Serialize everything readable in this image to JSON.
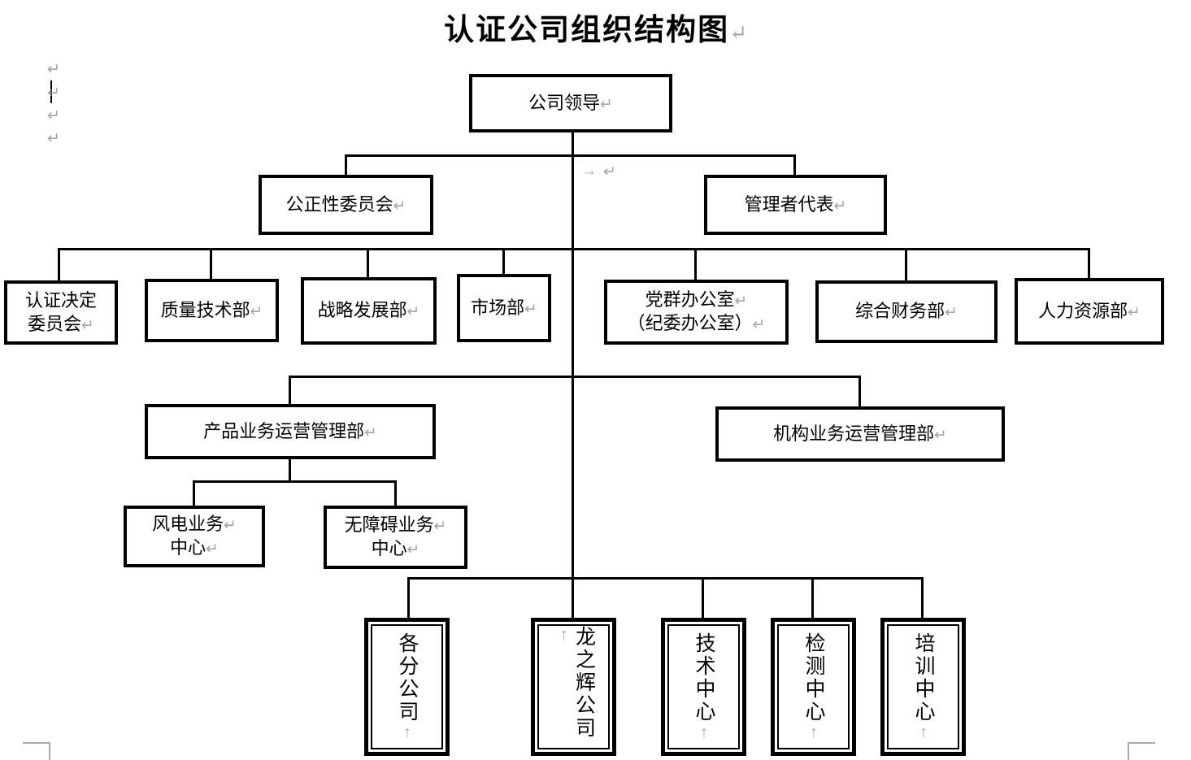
{
  "title": {
    "text": "认证公司组织结构图"
  },
  "marks": {
    "paragraph": "↵",
    "tab": "→",
    "paragraph_vertical": "↑"
  },
  "colors": {
    "line": "#000000",
    "mark_gray": "#a6a6a6"
  },
  "nodes": {
    "company_leader": {
      "label": "公司领导"
    },
    "impartiality_committee": {
      "label": "公正性委员会"
    },
    "management_representative": {
      "label": "管理者代表"
    },
    "certification_decision_committee": {
      "line1": "认证决定",
      "line2": "委员会"
    },
    "quality_technology_dept": {
      "label": "质量技术部"
    },
    "strategic_development_dept": {
      "label": "战略发展部"
    },
    "marketing_dept": {
      "label": "市场部"
    },
    "party_mass_office": {
      "line1": "党群办公室",
      "line2": "（纪委办公室）"
    },
    "general_finance_dept": {
      "label": "综合财务部"
    },
    "human_resources_dept": {
      "label": "人力资源部"
    },
    "product_business_ops_dept": {
      "label": "产品业务运营管理部"
    },
    "institution_business_ops_dept": {
      "label": "机构业务运营管理部"
    },
    "wind_power_business_center": {
      "line1": "风电业务",
      "line2": "中心"
    },
    "accessibility_business_center": {
      "line1": "无障碍业务",
      "line2": "中心"
    },
    "branch_companies": {
      "label": "各分公司"
    },
    "longzhihui_company": {
      "label": "龙之辉公司"
    },
    "technology_center": {
      "label": "技术中心"
    },
    "testing_center": {
      "label": "检测中心"
    },
    "training_center": {
      "label": "培训中心"
    }
  }
}
